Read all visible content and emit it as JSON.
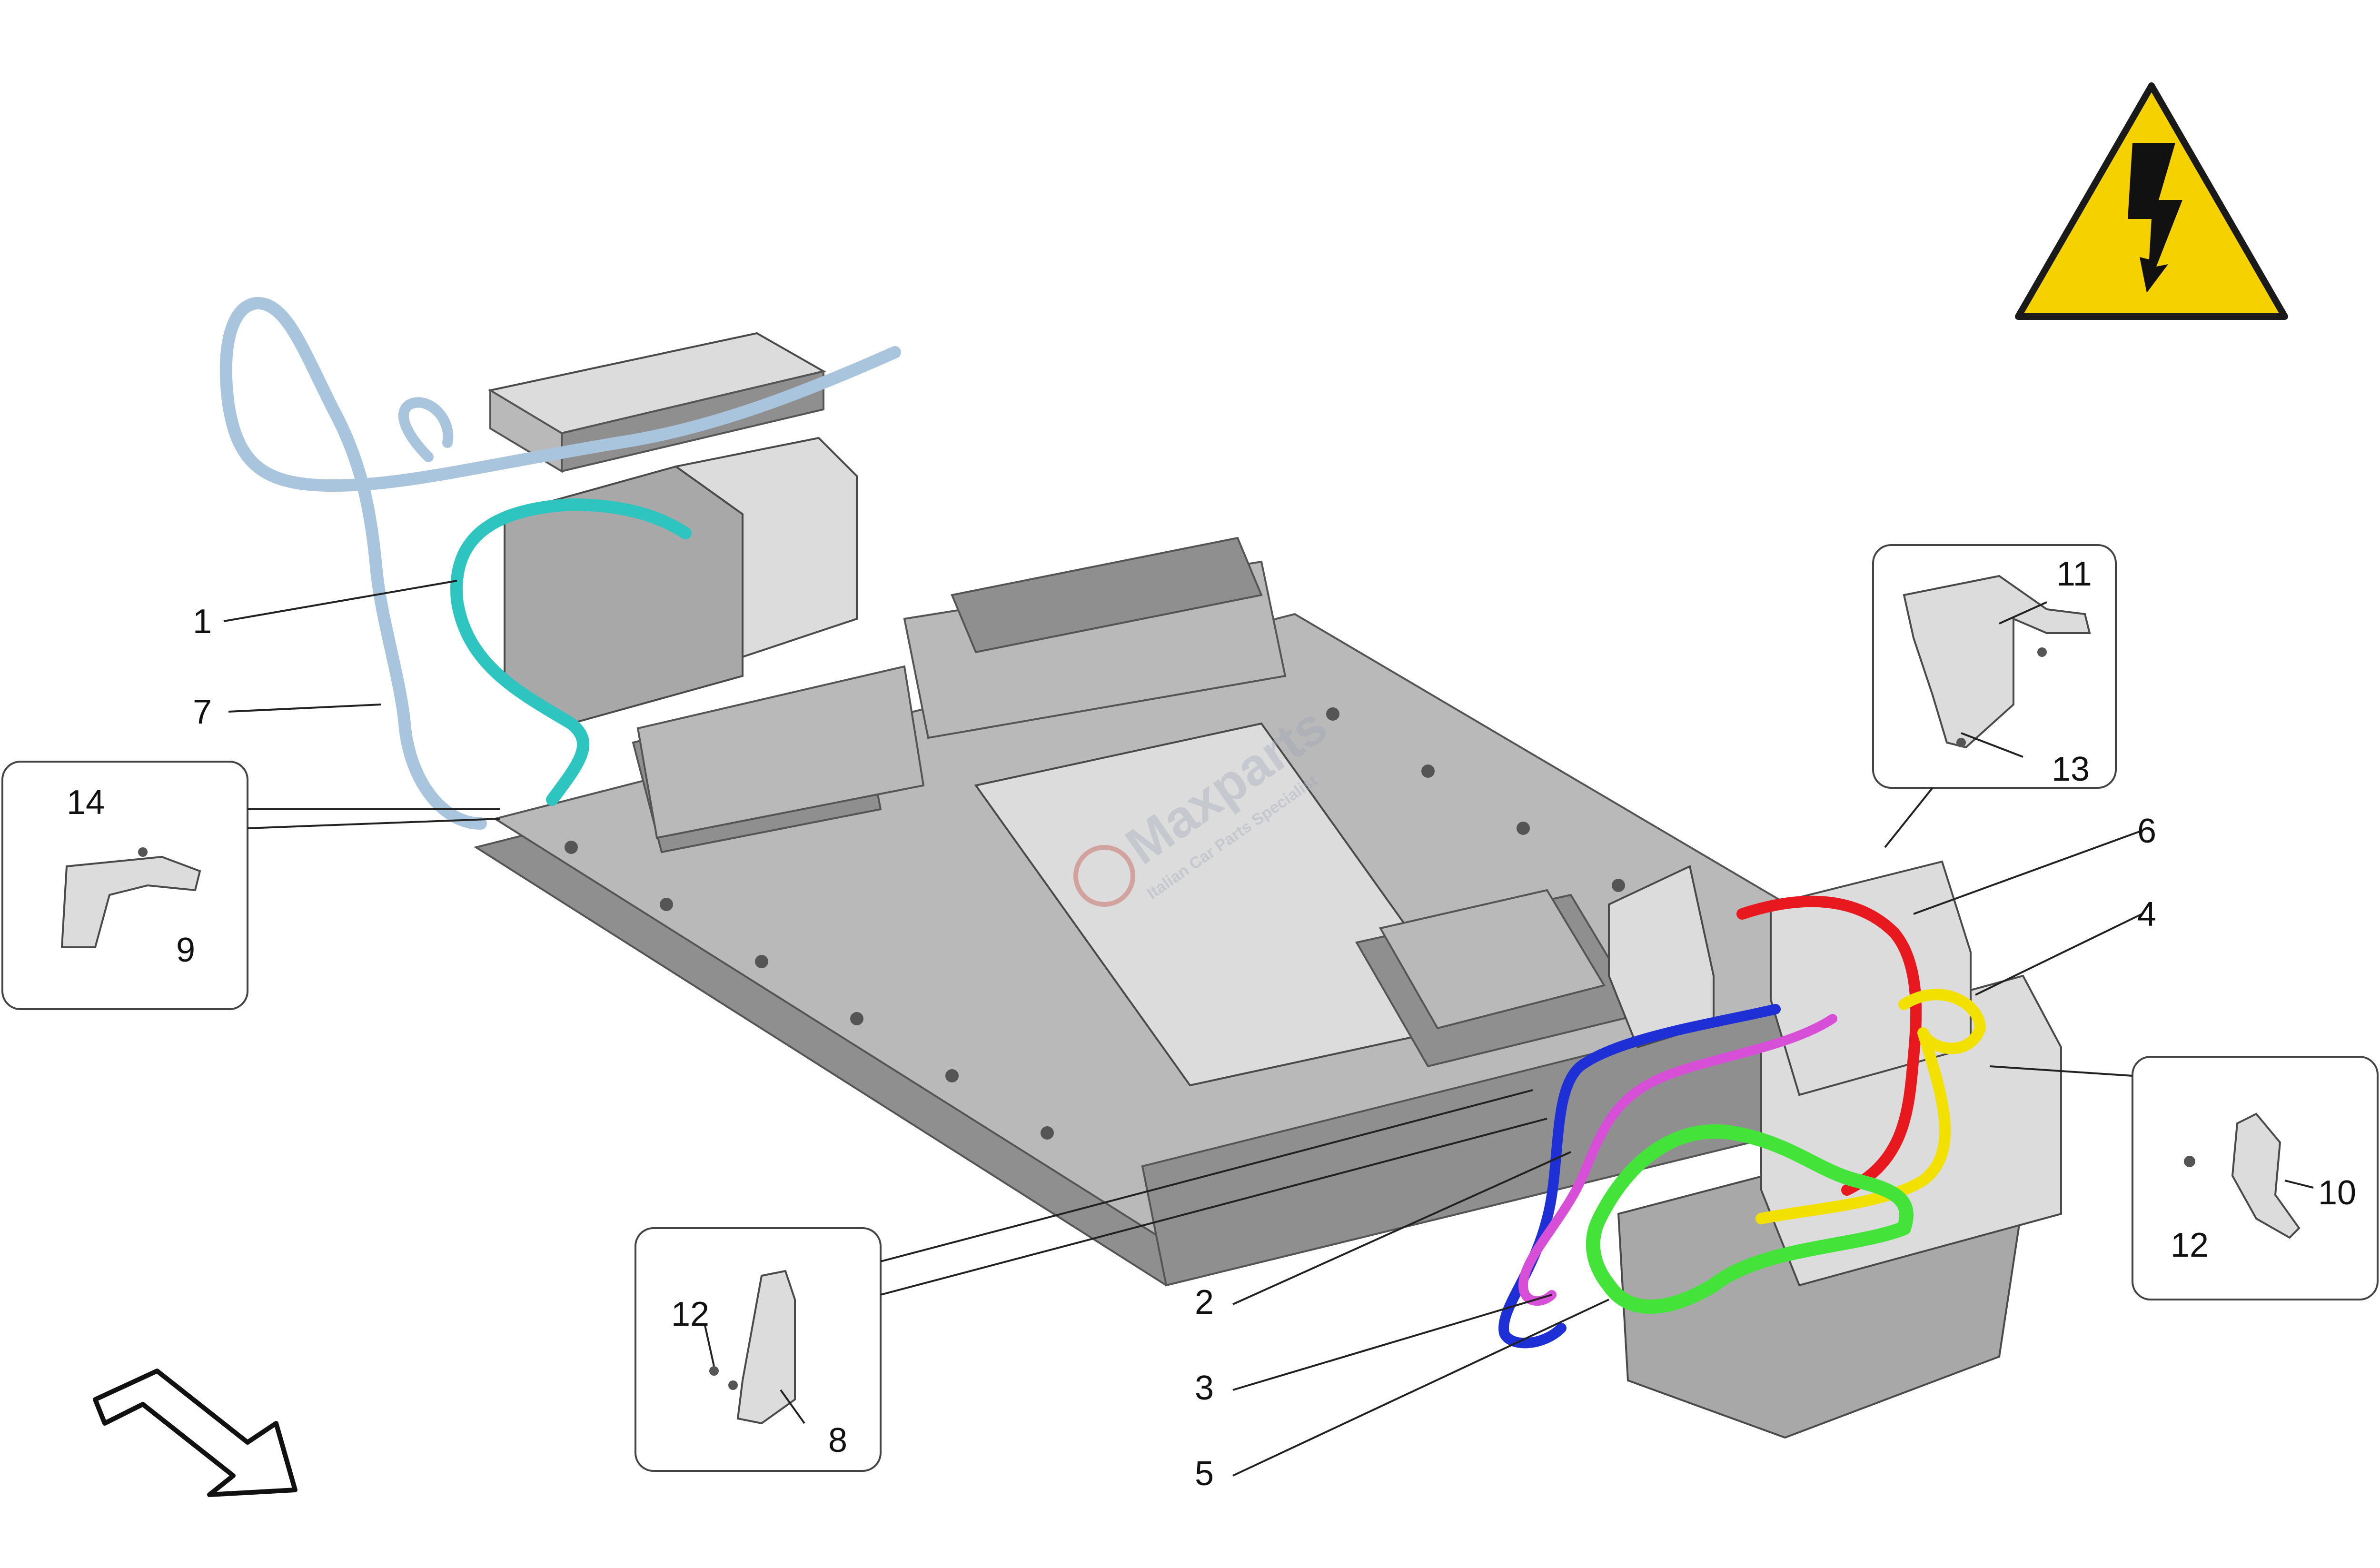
{
  "watermark": {
    "brand": "Maxparts",
    "tagline": "Italian Car Parts Specialist"
  },
  "colors": {
    "cable_1": "#2ec4c0",
    "cable_7": "#a9c4dd",
    "cable_2": "#1e2fd6",
    "cable_3": "#d64fd6",
    "cable_4": "#f2e100",
    "cable_6": "#e8191e",
    "cable_5": "#44e33a",
    "warning_fill": "#f5d100",
    "warning_stroke": "#1a1a1a"
  },
  "icons": {
    "warning": "high-voltage-warning-icon",
    "direction": "direction-arrow-icon"
  },
  "callouts": [
    {
      "id": "c1",
      "label": "1"
    },
    {
      "id": "c7",
      "label": "7"
    },
    {
      "id": "c14",
      "label": "14"
    },
    {
      "id": "c9",
      "label": "9"
    },
    {
      "id": "c11",
      "label": "11"
    },
    {
      "id": "c13",
      "label": "13"
    },
    {
      "id": "c6",
      "label": "6"
    },
    {
      "id": "c4",
      "label": "4"
    },
    {
      "id": "c10",
      "label": "10"
    },
    {
      "id": "c12a",
      "label": "12"
    },
    {
      "id": "c2",
      "label": "2"
    },
    {
      "id": "c3",
      "label": "3"
    },
    {
      "id": "c5",
      "label": "5"
    },
    {
      "id": "c12b",
      "label": "12"
    },
    {
      "id": "c8",
      "label": "8"
    }
  ]
}
